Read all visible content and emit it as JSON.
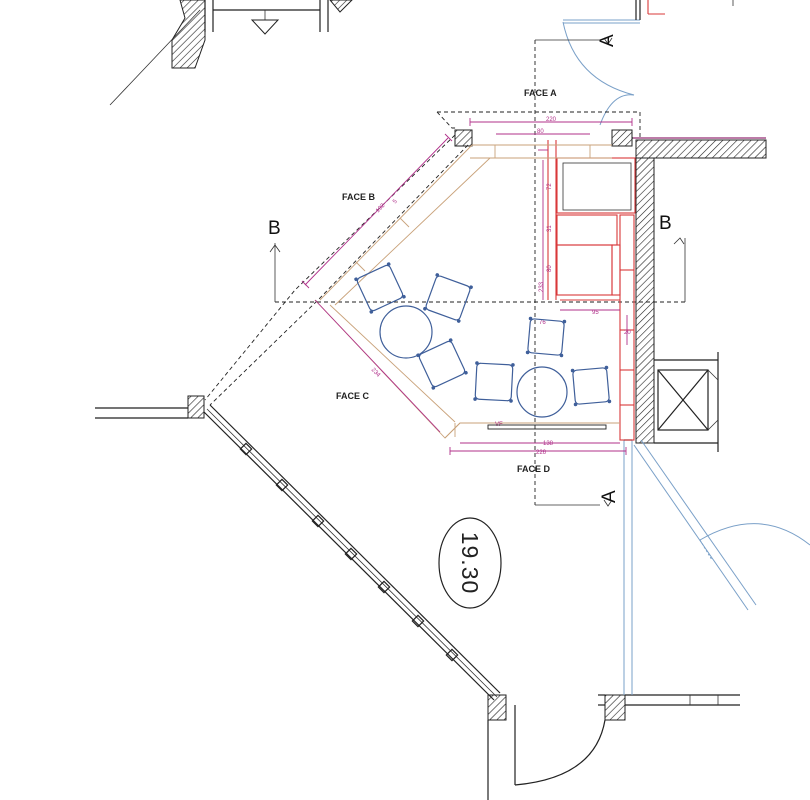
{
  "faces": {
    "a": "FACE A",
    "b": "FACE B",
    "c": "FACE C",
    "d": "FACE D"
  },
  "sections": {
    "a_top": "A",
    "a_bottom": "A",
    "b_left": "B",
    "b_right": "B"
  },
  "room_number": "19.30",
  "dimensions": {
    "top_total": "220",
    "top_inner": "80",
    "face_b_len": "192",
    "face_b_small": "5",
    "right_v1": "72",
    "right_v2": "31",
    "right_v3": "80",
    "right_v4": "233",
    "right_h": "95",
    "right_v5": "76",
    "right_v6": "20",
    "face_c_len": "234",
    "bottom_inner": "138",
    "bottom_total": "226",
    "bottom_small": "VF"
  },
  "colors": {
    "wall": "#222222",
    "dimension": "#b0308a",
    "casework": "#d8383a",
    "furniture": "#3f5f9a"
  }
}
